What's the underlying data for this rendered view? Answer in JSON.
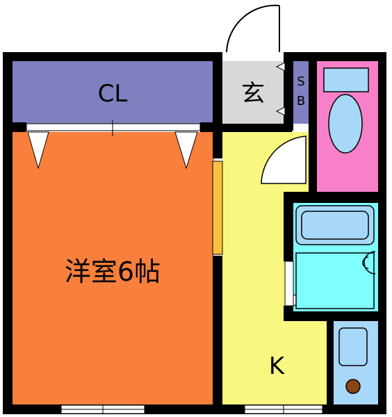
{
  "rooms": {
    "closet": {
      "label": "CL",
      "color": "#8080c0"
    },
    "entrance": {
      "label": "玄",
      "color": "#d8d8d8"
    },
    "shoe_box": {
      "label_top": "S",
      "label_bottom": "B",
      "color": "#8080c0"
    },
    "western_room": {
      "label": "洋室6帖",
      "color": "#f9803c"
    },
    "kitchen": {
      "label": "K",
      "color": "#f8f880"
    },
    "toilet": {
      "color": "#f880c8"
    },
    "bath": {
      "color": "#80ffff"
    }
  },
  "colors": {
    "wall": "#000000",
    "fixture": "#a8d8f8",
    "drain": "#8b4513"
  }
}
